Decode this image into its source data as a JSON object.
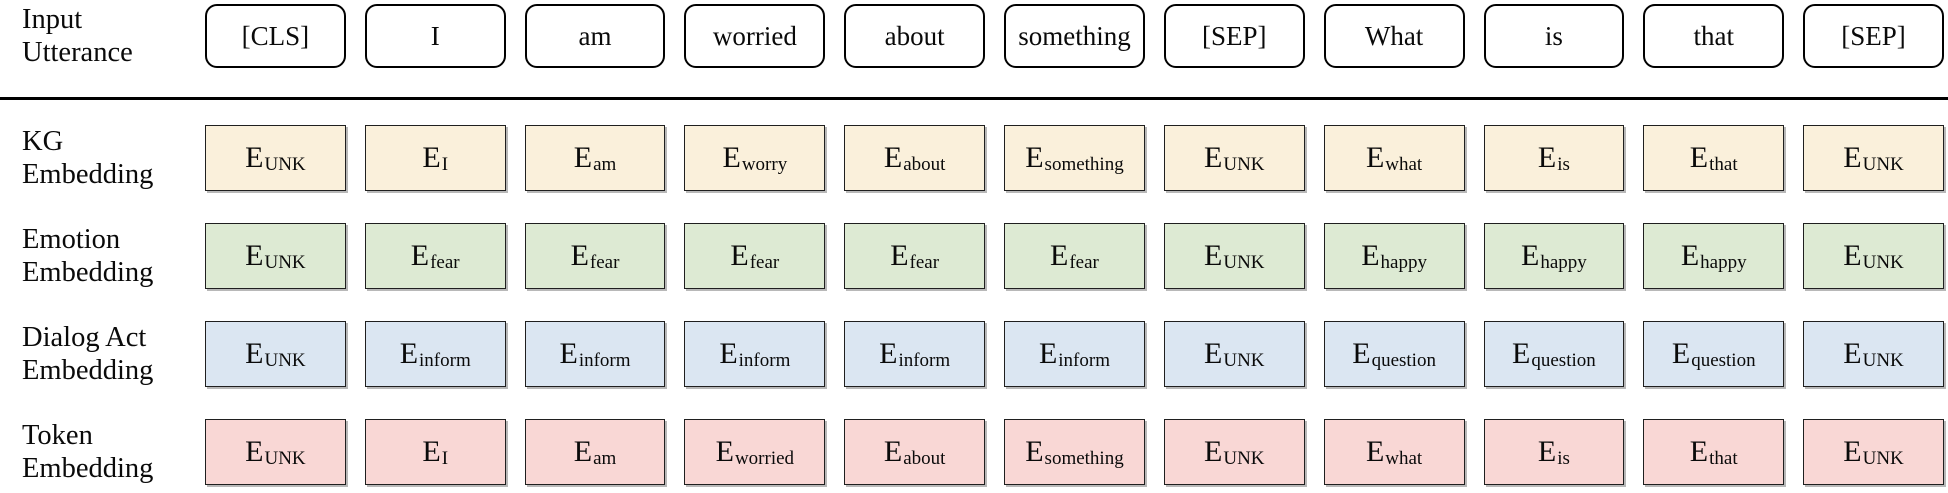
{
  "figure": {
    "input_row": {
      "label_line1": "Input",
      "label_line2": "Utterance",
      "tokens": [
        "[CLS]",
        "I",
        "am",
        "worried",
        "about",
        "something",
        "[SEP]",
        "What",
        "is",
        "that",
        "[SEP]"
      ]
    },
    "embedding_rows": [
      {
        "id": "kg",
        "label_line1": "KG",
        "label_line2": "Embedding",
        "color": "#faf0db",
        "cells": [
          {
            "base": "E",
            "sub": "UNK"
          },
          {
            "base": "E",
            "sub": "I"
          },
          {
            "base": "E",
            "sub": "am"
          },
          {
            "base": "E",
            "sub": "worry"
          },
          {
            "base": "E",
            "sub": "about"
          },
          {
            "base": "E",
            "sub": "something"
          },
          {
            "base": "E",
            "sub": "UNK"
          },
          {
            "base": "E",
            "sub": "what"
          },
          {
            "base": "E",
            "sub": "is"
          },
          {
            "base": "E",
            "sub": "that"
          },
          {
            "base": "E",
            "sub": "UNK"
          }
        ]
      },
      {
        "id": "emotion",
        "label_line1": "Emotion",
        "label_line2": "Embedding",
        "color": "#ddead3",
        "cells": [
          {
            "base": "E",
            "sub": "UNK"
          },
          {
            "base": "E",
            "sub": "fear"
          },
          {
            "base": "E",
            "sub": "fear"
          },
          {
            "base": "E",
            "sub": "fear"
          },
          {
            "base": "E",
            "sub": "fear"
          },
          {
            "base": "E",
            "sub": "fear"
          },
          {
            "base": "E",
            "sub": "UNK"
          },
          {
            "base": "E",
            "sub": "happy"
          },
          {
            "base": "E",
            "sub": "happy"
          },
          {
            "base": "E",
            "sub": "happy"
          },
          {
            "base": "E",
            "sub": "UNK"
          }
        ]
      },
      {
        "id": "dialog-act",
        "label_line1": "Dialog Act",
        "label_line2": "Embedding",
        "color": "#dbe6f2",
        "cells": [
          {
            "base": "E",
            "sub": "UNK"
          },
          {
            "base": "E",
            "sub": "inform"
          },
          {
            "base": "E",
            "sub": "inform"
          },
          {
            "base": "E",
            "sub": "inform"
          },
          {
            "base": "E",
            "sub": "inform"
          },
          {
            "base": "E",
            "sub": "inform"
          },
          {
            "base": "E",
            "sub": "UNK"
          },
          {
            "base": "E",
            "sub": "question"
          },
          {
            "base": "E",
            "sub": "question"
          },
          {
            "base": "E",
            "sub": "question"
          },
          {
            "base": "E",
            "sub": "UNK"
          }
        ]
      },
      {
        "id": "token",
        "label_line1": "Token",
        "label_line2": "Embedding",
        "color": "#f9d7d5",
        "cells": [
          {
            "base": "E",
            "sub": "UNK"
          },
          {
            "base": "E",
            "sub": "I"
          },
          {
            "base": "E",
            "sub": "am"
          },
          {
            "base": "E",
            "sub": "worried"
          },
          {
            "base": "E",
            "sub": "about"
          },
          {
            "base": "E",
            "sub": "something"
          },
          {
            "base": "E",
            "sub": "UNK"
          },
          {
            "base": "E",
            "sub": "what"
          },
          {
            "base": "E",
            "sub": "is"
          },
          {
            "base": "E",
            "sub": "that"
          },
          {
            "base": "E",
            "sub": "UNK"
          }
        ]
      }
    ]
  }
}
